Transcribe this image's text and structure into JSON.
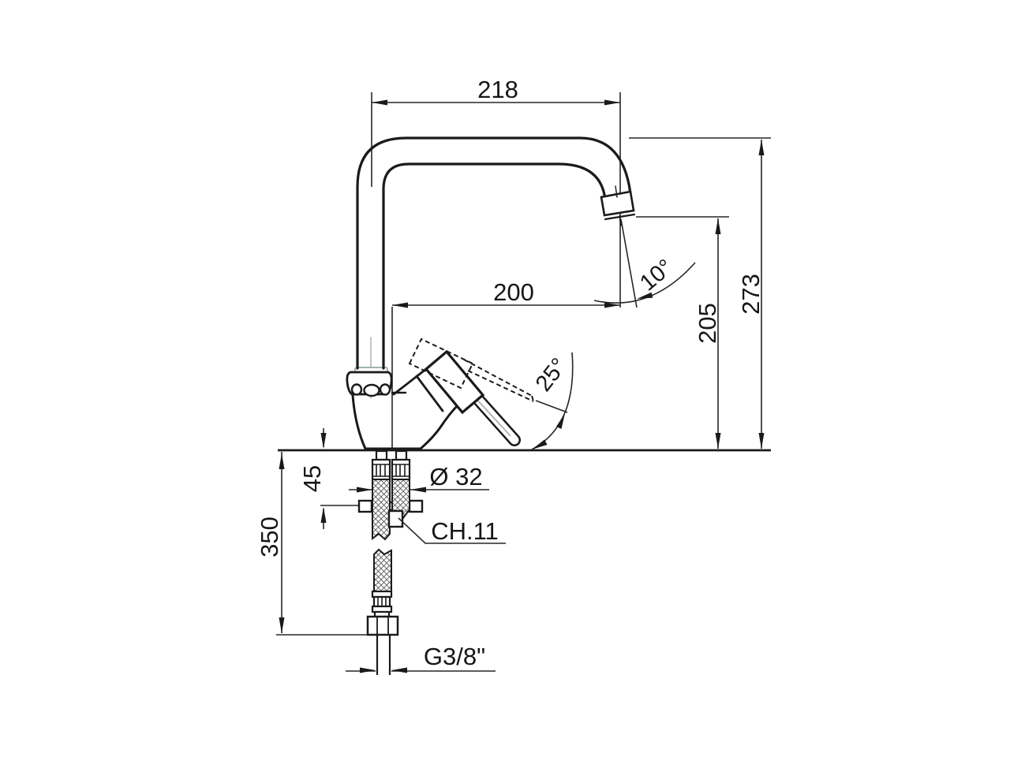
{
  "drawing": {
    "dim_spout_reach": "218",
    "dim_overall_height": "273",
    "dim_spout_projection": "200",
    "dim_outlet_height": "205",
    "dim_outlet_angle": "10°",
    "dim_handle_swing_angle": "25°",
    "dim_max_deck_thickness": "45",
    "dim_hose_length": "350",
    "dim_body_diameter": "Ø 32",
    "dim_hex_wrench": "CH.11",
    "dim_thread": "G3/8\""
  },
  "colors": {
    "line": "#1a1a1a",
    "dim_line": "#262626",
    "accent_gray": "#b5b5b5",
    "accent_teal": "#9eb5ab",
    "background": "#ffffff"
  }
}
